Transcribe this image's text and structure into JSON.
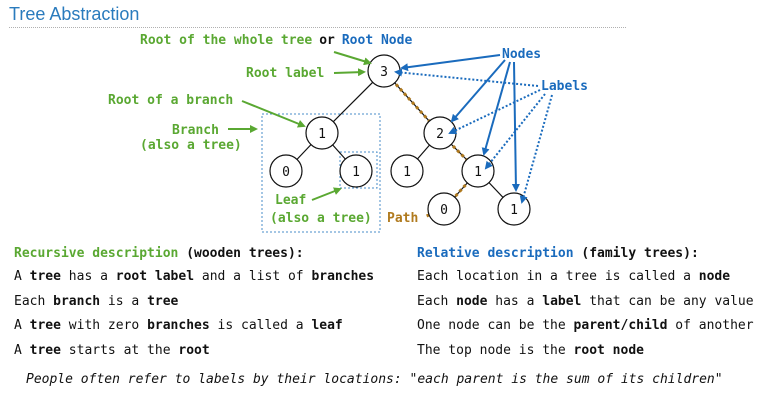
{
  "title": "Tree Abstraction",
  "diagram": {
    "root_whole_tree": "Root of the whole tree",
    "or_word": "or",
    "root_node": "Root Node",
    "nodes_label": "Nodes",
    "labels_label": "Labels",
    "root_label": "Root label",
    "root_of_branch": "Root of a branch",
    "branch": "Branch",
    "also_tree_1": "(also a tree)",
    "leaf": "Leaf",
    "also_tree_2": "(also a tree)",
    "path": "Path",
    "node_values": {
      "root": "3",
      "left_branch": "1",
      "left_left": "0",
      "left_right": "1",
      "mid_right": "2",
      "mr_left": "1",
      "mr_right": "1",
      "mr_r_left": "0",
      "mr_r_right": "1"
    }
  },
  "left": {
    "heading": "Recursive description",
    "heading_paren": "(wooden trees):",
    "lines": [
      [
        "A ",
        "tree",
        " has a ",
        "root label",
        " and a list of ",
        "branches"
      ],
      [
        "Each ",
        "branch",
        " is a ",
        "tree"
      ],
      [
        "A ",
        "tree",
        " with zero ",
        "branches",
        " is called a ",
        "leaf"
      ],
      [
        "A ",
        "tree",
        " starts at the ",
        "root"
      ]
    ]
  },
  "right": {
    "heading": "Relative description",
    "heading_paren": "(family trees):",
    "lines": [
      [
        "Each location in a tree is called a ",
        "node"
      ],
      [
        "Each ",
        "node",
        " has a ",
        "label",
        " that can be any value"
      ],
      [
        "One node can be the ",
        "parent/child",
        " of another"
      ],
      [
        "The top node is the ",
        "root node"
      ]
    ]
  },
  "footer": "People often refer to labels by their locations: \"each parent is the sum of its children\"",
  "colors": {
    "blue": "#1a6bbd",
    "green": "#5aa832",
    "path": "#b07a1e",
    "title": "#2a7bbd"
  }
}
